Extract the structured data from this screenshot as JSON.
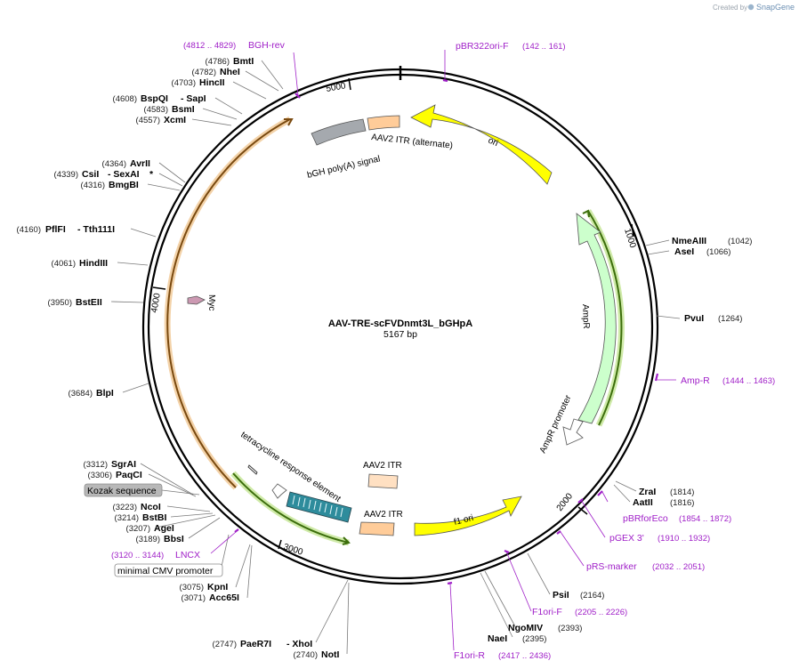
{
  "credit": {
    "label": "Created by",
    "brand": "SnapGene"
  },
  "plasmid": {
    "name": "AAV-TRE-scFVDnmt3L_bGHpA",
    "size_label": "5167 bp"
  },
  "ticks": [
    "1000",
    "2000",
    "3000",
    "4000",
    "5000"
  ],
  "features": {
    "ori": "ori",
    "itr_alt": "AAV2 ITR (alternate)",
    "bgh": "bGH poly(A) signal",
    "ampr": "AmpR",
    "ampr_promoter": "AmpR promoter",
    "myc": "Myc",
    "tre": "tetracycline response element",
    "itr1": "AAV2 ITR",
    "itr2": "AAV2 ITR",
    "f1": "f1 ori"
  },
  "sites": {
    "bmti": {
      "pos": "(4786)",
      "name": "BmtI"
    },
    "nhei": {
      "pos": "(4782)",
      "name": "NheI"
    },
    "hincii": {
      "pos": "(4703)",
      "name": "HincII"
    },
    "bspqi": {
      "pos": "(4608)",
      "name": "BspQI",
      "extra": "- SapI"
    },
    "bsmi": {
      "pos": "(4583)",
      "name": "BsmI"
    },
    "xcmi": {
      "pos": "(4557)",
      "name": "XcmI"
    },
    "avrii": {
      "pos": "(4364)",
      "name": "AvrII"
    },
    "csii": {
      "pos": "(4339)",
      "name": "CsiI",
      "extra": "- SexAI",
      "mark": "*"
    },
    "bmgbi": {
      "pos": "(4316)",
      "name": "BmgBI"
    },
    "pflfi": {
      "pos": "(4160)",
      "name": "PflFI",
      "extra": "- Tth111I"
    },
    "hindiii": {
      "pos": "(4061)",
      "name": "HindIII"
    },
    "bsteii": {
      "pos": "(3950)",
      "name": "BstEII"
    },
    "blpi": {
      "pos": "(3684)",
      "name": "BlpI"
    },
    "sgrai": {
      "pos": "(3312)",
      "name": "SgrAI"
    },
    "paqci": {
      "pos": "(3306)",
      "name": "PaqCI"
    },
    "ncoi": {
      "pos": "(3223)",
      "name": "NcoI"
    },
    "bstbi": {
      "pos": "(3214)",
      "name": "BstBI"
    },
    "agei": {
      "pos": "(3207)",
      "name": "AgeI"
    },
    "bbsi": {
      "pos": "(3189)",
      "name": "BbsI"
    },
    "kpni": {
      "pos": "(3075)",
      "name": "KpnI"
    },
    "acc65i": {
      "pos": "(3071)",
      "name": "Acc65I"
    },
    "paer7i": {
      "pos": "(2747)",
      "name": "PaeR7I",
      "extra": "- XhoI"
    },
    "noti": {
      "pos": "(2740)",
      "name": "NotI"
    },
    "nmeaiii": {
      "name": "NmeAIII",
      "pos": "(1042)"
    },
    "asei": {
      "name": "AseI",
      "pos": "(1066)"
    },
    "pvui": {
      "name": "PvuI",
      "pos": "(1264)"
    },
    "zrai": {
      "name": "ZraI",
      "pos": "(1814)"
    },
    "aatii": {
      "name": "AatII",
      "pos": "(1816)"
    },
    "psii": {
      "name": "PsiI",
      "pos": "(2164)"
    },
    "ngomiv": {
      "name": "NgoMIV",
      "pos": "(2393)"
    },
    "naei": {
      "name": "NaeI",
      "pos": "(2395)"
    }
  },
  "primers": {
    "bgh_rev": {
      "pos": "(4812 .. 4829)",
      "name": "BGH-rev"
    },
    "pbr322ori_f": {
      "name": "pBR322ori-F",
      "pos": "(142 .. 161)"
    },
    "amp_r": {
      "name": "Amp-R",
      "pos": "(1444 .. 1463)"
    },
    "pbrforeco": {
      "name": "pBRforEco",
      "pos": "(1854 .. 1872)"
    },
    "pgex3": {
      "name": "pGEX 3'",
      "pos": "(1910 .. 1932)"
    },
    "prs_marker": {
      "name": "pRS-marker",
      "pos": "(2032 .. 2051)"
    },
    "f1ori_f": {
      "name": "F1ori-F",
      "pos": "(2205 .. 2226)"
    },
    "f1ori_r": {
      "name": "F1ori-R",
      "pos": "(2417 .. 2436)"
    },
    "lncx": {
      "pos": "(3120 .. 3144)",
      "name": "LNCX"
    }
  },
  "boxed_labels": {
    "kozak": "Kozak sequence",
    "mincmv": "minimal CMV promoter"
  },
  "colors": {
    "ori": "#ffff00",
    "itr": "#ffcc99",
    "bgh": "#a5a9ae",
    "ampr": "#ccffcc",
    "myc": "#cc99b2",
    "tre": "#2e8c9c",
    "outline_green": "#80c040",
    "outline_orange": "#e0a060",
    "primer": "#a020c8"
  }
}
